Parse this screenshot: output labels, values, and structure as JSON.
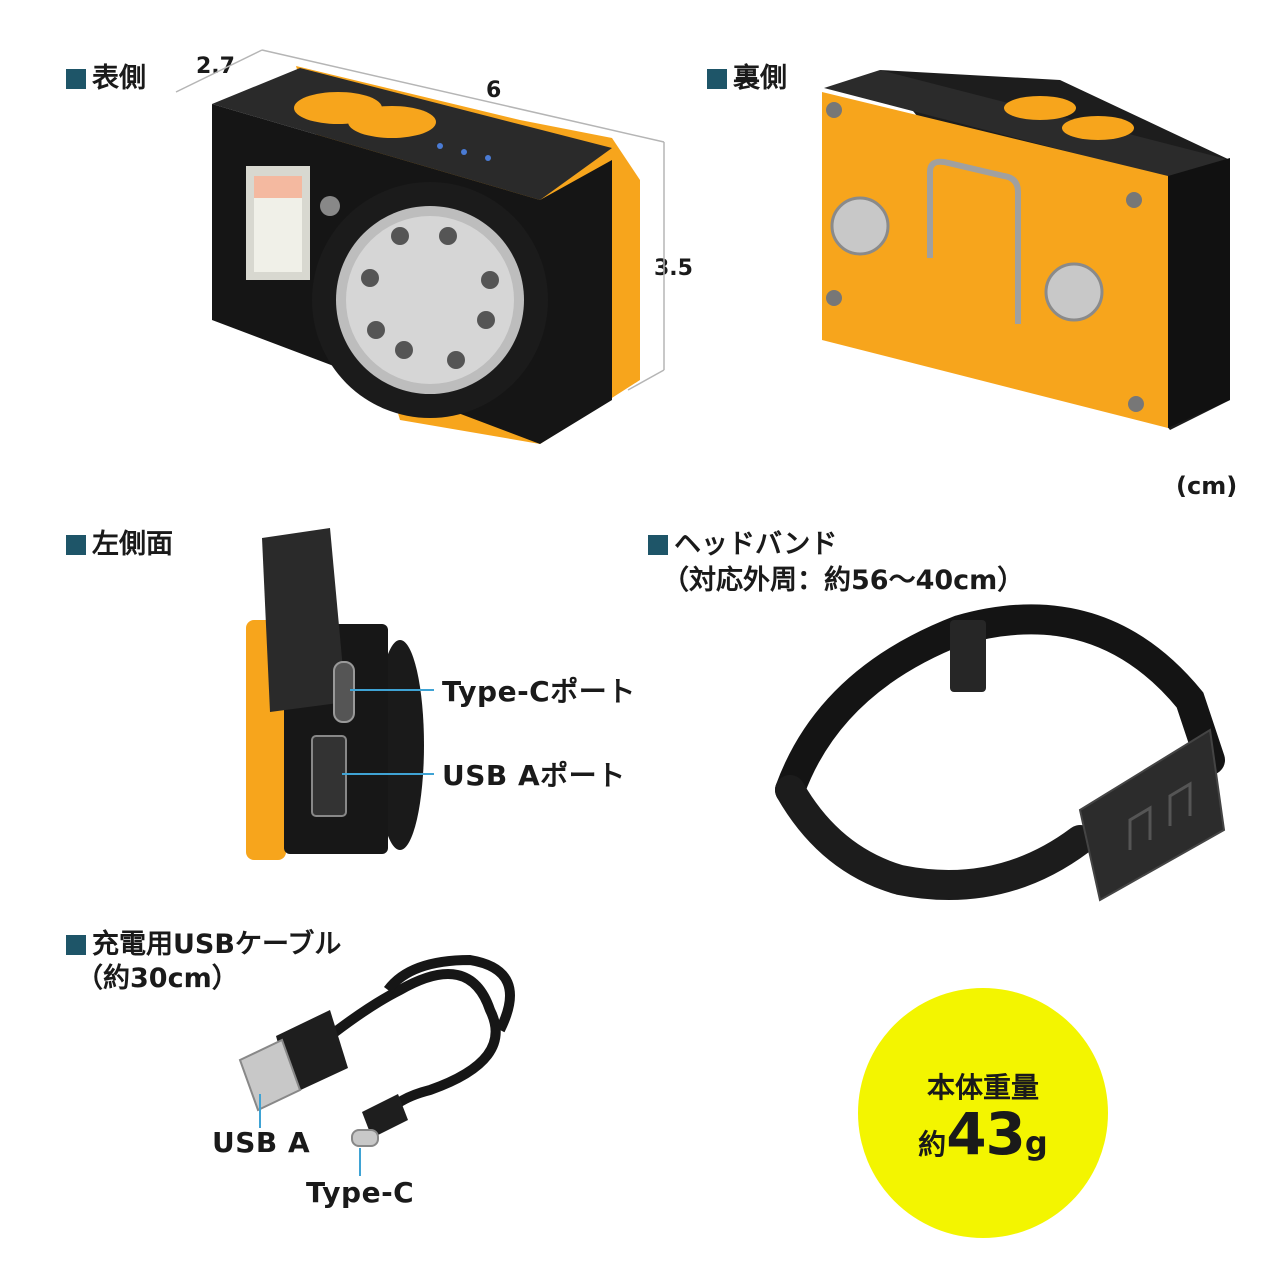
{
  "sections": {
    "front": "表側",
    "back": "裏側",
    "left_side": "左側面",
    "headband": "ヘッドバンド",
    "headband_note": "（対応外周：約56～40cm）",
    "cable": "充電用USBケーブル",
    "cable_note": "（約30cm）"
  },
  "dimensions": {
    "depth": "2.7",
    "width": "6",
    "height": "3.5",
    "unit": "(cm)"
  },
  "ports": {
    "type_c": "Type-Cポート",
    "usb_a": "USB Aポート"
  },
  "cable_ends": {
    "usb_a": "USB A",
    "type_c": "Type-C"
  },
  "weight": {
    "title": "本体重量",
    "prefix": "約",
    "value": "43",
    "unit": "g"
  },
  "colors": {
    "accent_square": "#1e5568",
    "device_orange": "#f7a51c",
    "device_black": "#151515",
    "highlight_yellow": "#f3f500",
    "leader_line": "#3fa3d4"
  }
}
